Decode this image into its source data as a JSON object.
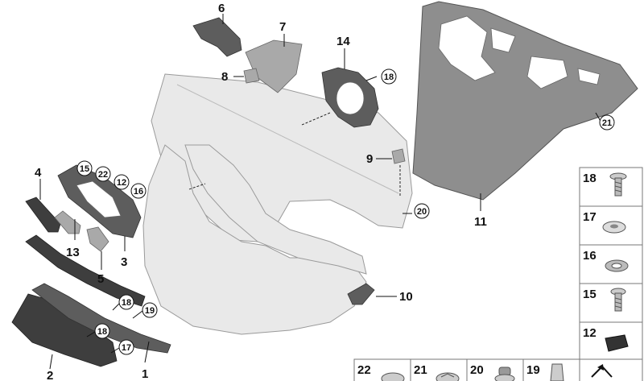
{
  "diagram": {
    "callouts": {
      "c1": "1",
      "c2": "2",
      "c3": "3",
      "c4": "4",
      "c5": "5",
      "c6": "6",
      "c7": "7",
      "c8": "8",
      "c9": "9",
      "c10": "10",
      "c11": "11",
      "c13": "13",
      "c14": "14"
    },
    "circled": {
      "c15": "15",
      "c22": "22",
      "c12": "12",
      "c16": "16",
      "c18a": "18",
      "c18b": "18",
      "c18c": "18",
      "c19": "19",
      "c17": "17",
      "c20": "20",
      "c21": "21"
    },
    "legend": [
      {
        "label": "18",
        "part": "screw-icon"
      },
      {
        "label": "17",
        "part": "speed-nut-icon"
      },
      {
        "label": "16",
        "part": "washer-icon"
      },
      {
        "label": "15",
        "part": "bolt-icon"
      },
      {
        "label": "12",
        "part": "clip-icon"
      }
    ],
    "bottom_row": [
      {
        "label": "22",
        "part": "expanding-rivet-icon"
      },
      {
        "label": "21",
        "part": "star-clip-icon"
      },
      {
        "label": "20",
        "part": "grommet-icon"
      },
      {
        "label": "19",
        "part": "spring-clip-icon"
      },
      {
        "label": "",
        "part": "arrow-symbol-icon"
      }
    ]
  }
}
